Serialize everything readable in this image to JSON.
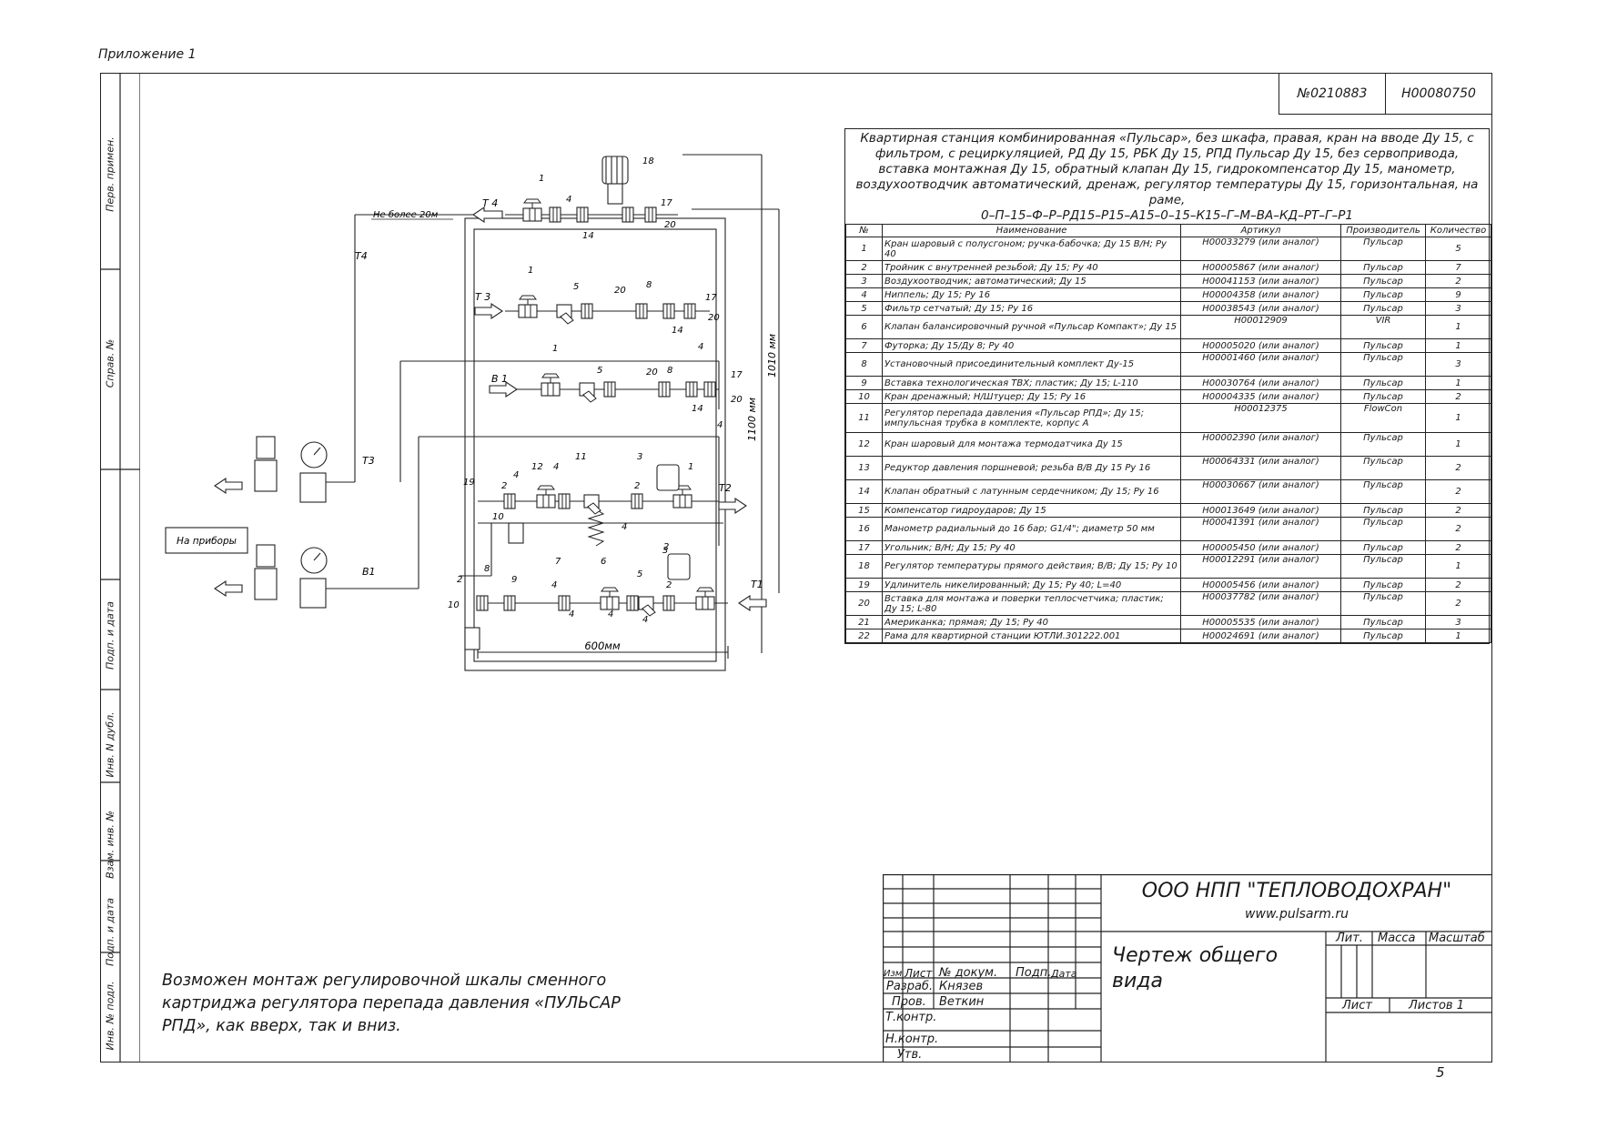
{
  "appendix": "Приложение 1",
  "side_labels": {
    "perv_primen": "Перв. примен.",
    "sprav_no": "Справ. №",
    "podp_data_1": "Подп. и дата",
    "inv_dubl": "Инв. N дубл.",
    "vzam_inv": "Взам. инв. №",
    "podp_data_2": "Подп. и дата",
    "inv_podl": "Инв. № подл."
  },
  "codes": {
    "left": "№0210883",
    "right": "Н00080750"
  },
  "spec": {
    "title": "Квартирная станция комбинированная «Пульсар», без шкафа, правая, кран на вводе Ду 15, с фильтром, с рециркуляцией, РД Ду 15, РБК Ду 15, РПД Пульсар Ду 15, без сервопривода, вставка монтажная Ду 15, обратный клапан Ду 15, гидрокомпенсатор Ду 15, манометр, воздухоотводчик автоматический, дренаж, регулятор температуры Ду 15, горизонтальная, на раме,",
    "code": "0–П–15–Ф–Р–РД15–Р15–А15–0–15–К15–Г–М–ВА–КД–РТ–Г–Р1",
    "headers": [
      "№",
      "Наименование",
      "Артикул",
      "Производитель",
      "Количество"
    ],
    "rows": [
      {
        "n": "1",
        "name": "Кран шаровый с полусгоном; ручка-бабочка; Ду 15 В/Н; Ру 40",
        "art": "Н00033279 (или аналог)",
        "mfr": "Пульсар",
        "qty": "5"
      },
      {
        "n": "2",
        "name": "Тройник с внутренней резьбой; Ду 15; Ру 40",
        "art": "Н00005867 (или аналог)",
        "mfr": "Пульсар",
        "qty": "7"
      },
      {
        "n": "3",
        "name": "Воздухоотводчик; автоматический; Ду 15",
        "art": "Н00041153 (или аналог)",
        "mfr": "Пульсар",
        "qty": "2"
      },
      {
        "n": "4",
        "name": "Ниппель; Ду 15; Ру 16",
        "art": "Н00004358 (или аналог)",
        "mfr": "Пульсар",
        "qty": "9"
      },
      {
        "n": "5",
        "name": "Фильтр сетчатый; Ду 15; Ру 16",
        "art": "Н00038543 (или аналог)",
        "mfr": "Пульсар",
        "qty": "3"
      },
      {
        "n": "6",
        "name": "Клапан балансировочный ручной «Пульсар Компакт»; Ду 15",
        "art": "Н00012909",
        "mfr": "VIR",
        "qty": "1"
      },
      {
        "n": "7",
        "name": "Футорка; Ду 15/Ду 8; Ру 40",
        "art": "Н00005020 (или аналог)",
        "mfr": "Пульсар",
        "qty": "1"
      },
      {
        "n": "8",
        "name": "Установочный присоединительный комплект Ду-15",
        "art": "Н00001460 (или аналог)",
        "mfr": "Пульсар",
        "qty": "3"
      },
      {
        "n": "9",
        "name": "Вставка технологическая ТВХ; пластик; Ду 15; L-110",
        "art": "Н00030764 (или аналог)",
        "mfr": "Пульсар",
        "qty": "1"
      },
      {
        "n": "10",
        "name": "Кран дренажный; Н/Штуцер; Ду 15; Ру 16",
        "art": "Н00004335 (или аналог)",
        "mfr": "Пульсар",
        "qty": "2"
      },
      {
        "n": "11",
        "name": "Регулятор перепада давления «Пульсар РПД»; Ду 15; импульсная трубка в комплекте, корпус А",
        "art": "Н00012375",
        "mfr": "FlowCon",
        "qty": "1"
      },
      {
        "n": "12",
        "name": "Кран шаровый для монтажа термодатчика Ду 15",
        "art": "Н00002390 (или аналог)",
        "mfr": "Пульсар",
        "qty": "1"
      },
      {
        "n": "13",
        "name": "Редуктор давления поршневой; резьба В/В Ду 15 Ру 16",
        "art": "Н00064331 (или аналог)",
        "mfr": "Пульсар",
        "qty": "2"
      },
      {
        "n": "14",
        "name": "Клапан обратный с латунным сердечником; Ду 15; Ру 16",
        "art": "Н00030667 (или аналог)",
        "mfr": "Пульсар",
        "qty": "2"
      },
      {
        "n": "15",
        "name": "Компенсатор гидроударов; Ду 15",
        "art": "Н00013649 (или аналог)",
        "mfr": "Пульсар",
        "qty": "2"
      },
      {
        "n": "16",
        "name": "Манометр радиальный до 16 бар; G1/4\"; диаметр 50 мм",
        "art": "Н00041391 (или аналог)",
        "mfr": "Пульсар",
        "qty": "2"
      },
      {
        "n": "17",
        "name": "Угольник; В/Н; Ду 15; Ру 40",
        "art": "Н00005450 (или аналог)",
        "mfr": "Пульсар",
        "qty": "2"
      },
      {
        "n": "18",
        "name": "Регулятор температуры прямого действия; В/В; Ду 15; Ру 10",
        "art": "Н00012291 (или аналог)",
        "mfr": "Пульсар",
        "qty": "1"
      },
      {
        "n": "19",
        "name": "Удлинитель никелированный; Ду 15; Ру 40; L=40",
        "art": "Н00005456 (или аналог)",
        "mfr": "Пульсар",
        "qty": "2"
      },
      {
        "n": "20",
        "name": "Вставка для монтажа и поверки теплосчетчика; пластик; Ду 15; L-80",
        "art": "Н00037782 (или аналог)",
        "mfr": "Пульсар",
        "qty": "2"
      },
      {
        "n": "21",
        "name": "Американка; прямая; Ду 15; Ру 40",
        "art": "Н00005535 (или аналог)",
        "mfr": "Пульсар",
        "qty": "3"
      },
      {
        "n": "22",
        "name": "Рама для квартирной станции ЮТЛИ.301222.001",
        "art": "Н00024691 (или аналог)",
        "mfr": "Пульсар",
        "qty": "1"
      }
    ]
  },
  "diagram": {
    "labels": {
      "ne_bolee": "Не более 20м",
      "t4": "Т4",
      "t4b": "Т 4",
      "t3": "Т3",
      "t3b": "Т 3",
      "b1": "В1",
      "b1b": "В 1",
      "t1": "Т1",
      "t2": "Т2",
      "na_pribory": "На приборы",
      "dim_600": "600мм",
      "dim_1010": "1010 мм",
      "dim_1100": "1100 мм"
    },
    "callouts": [
      "1",
      "18",
      "17",
      "20",
      "4",
      "14",
      "1",
      "5",
      "20",
      "8",
      "17",
      "20",
      "14",
      "4",
      "1",
      "5",
      "20",
      "8",
      "17",
      "20",
      "14",
      "4",
      "11",
      "3",
      "12",
      "4",
      "2",
      "1",
      "19",
      "2",
      "10",
      "4",
      "4",
      "2",
      "7",
      "6",
      "5",
      "3",
      "2",
      "4",
      "9",
      "8",
      "2",
      "10",
      "4",
      "4",
      "4"
    ]
  },
  "note": "Возможен монтаж регулировочной шкалы сменного картриджа регулятора перепада давления «ПУЛЬСАР РПД», как вверх, так и вниз.",
  "title_block": {
    "company": "ООО НПП \"ТЕПЛОВОДОХРАН\"",
    "website": "www.pulsarm.ru",
    "drawing_title": "Чертеж общего вида",
    "izm": "Изм",
    "list": "Лист",
    "ndokum": "№ докум.",
    "podp": "Подп.",
    "data": "Дата",
    "razrab": "Разраб.",
    "razrab_name": "Князев",
    "prov": "Пров.",
    "prov_name": "Веткин",
    "tkontr": "Т.контр.",
    "nkontr": "Н.контр.",
    "utv": "Утв.",
    "lit": "Лит.",
    "massa": "Масса",
    "masshtab": "Масштаб",
    "list2": "Лист",
    "listov": "Листов 1"
  },
  "page_number": "5"
}
